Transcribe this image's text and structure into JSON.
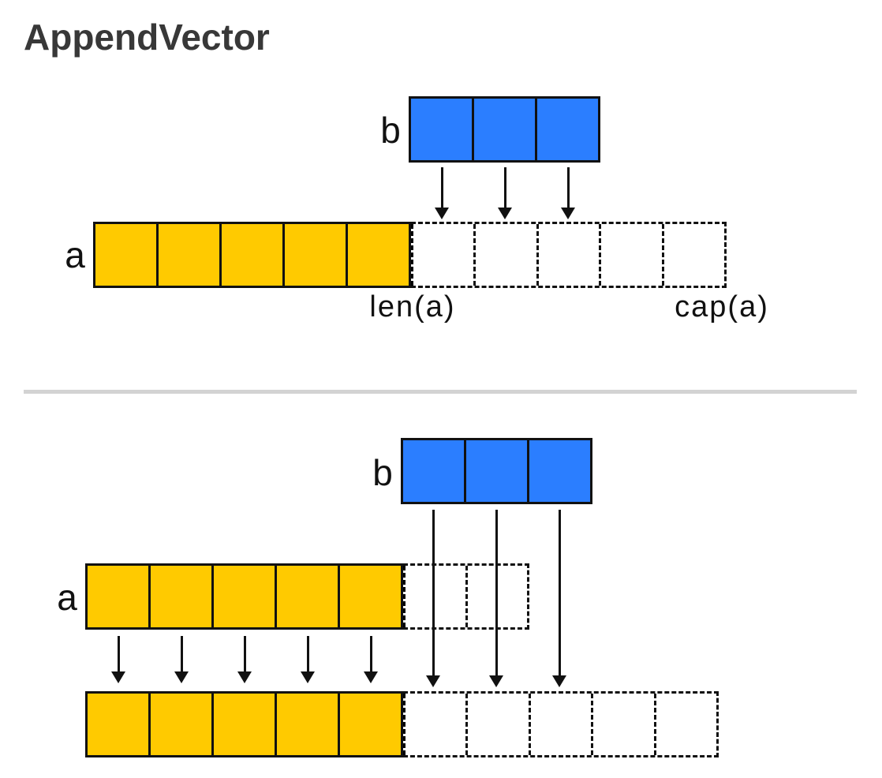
{
  "title": "AppendVector",
  "colors": {
    "slice_fill": "#ffca00",
    "vector_fill": "#2b7eff",
    "stroke": "#111111",
    "divider": "#d3d3d3",
    "title_text": "#383838"
  },
  "panel_before": {
    "vector_label": "b",
    "slice_label": "a",
    "len_label": "len(a)",
    "cap_label": "cap(a)",
    "vector_cells": 3,
    "slice_filled_cells": 5,
    "slice_free_cells": 5,
    "copy_arrows": 3
  },
  "panel_after": {
    "vector_label": "b",
    "slice_label": "a",
    "vector_cells": 3,
    "old_slice_filled_cells": 5,
    "old_slice_free_cells": 2,
    "new_slice_filled_cells": 5,
    "new_slice_free_cells": 5,
    "vector_copy_arrows": 3,
    "element_copy_arrows": 5
  }
}
